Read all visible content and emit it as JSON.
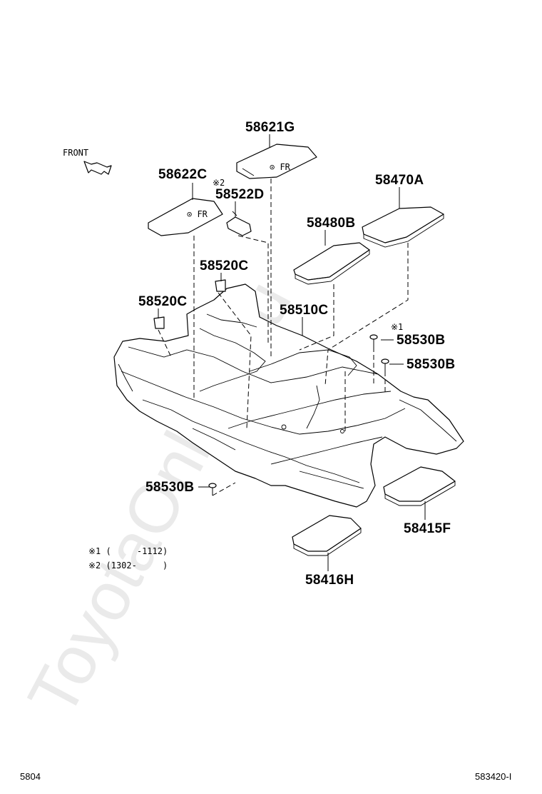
{
  "watermark": "ToyotaOnline.ru",
  "front_label": "FRONT",
  "callouts": {
    "p58621G": "58621G",
    "p58622C": "58622C",
    "p58522D": "58522D",
    "p58522D_mark": "※2",
    "p58470A": "58470A",
    "p58480B": "58480B",
    "p58520C_upper": "58520C",
    "p58520C_left": "58520C",
    "p58510C": "58510C",
    "p58530B_mark": "※1",
    "p58530B_upper": "58530B",
    "p58530B_right": "58530B",
    "p58530B_lower": "58530B",
    "p58415F": "58415F",
    "p58416H": "58416H"
  },
  "notes": {
    "note1": "※1 (     -1112)",
    "note2": "※2 (1302-     )"
  },
  "footer": {
    "left": "5804",
    "right": "583420-I"
  }
}
